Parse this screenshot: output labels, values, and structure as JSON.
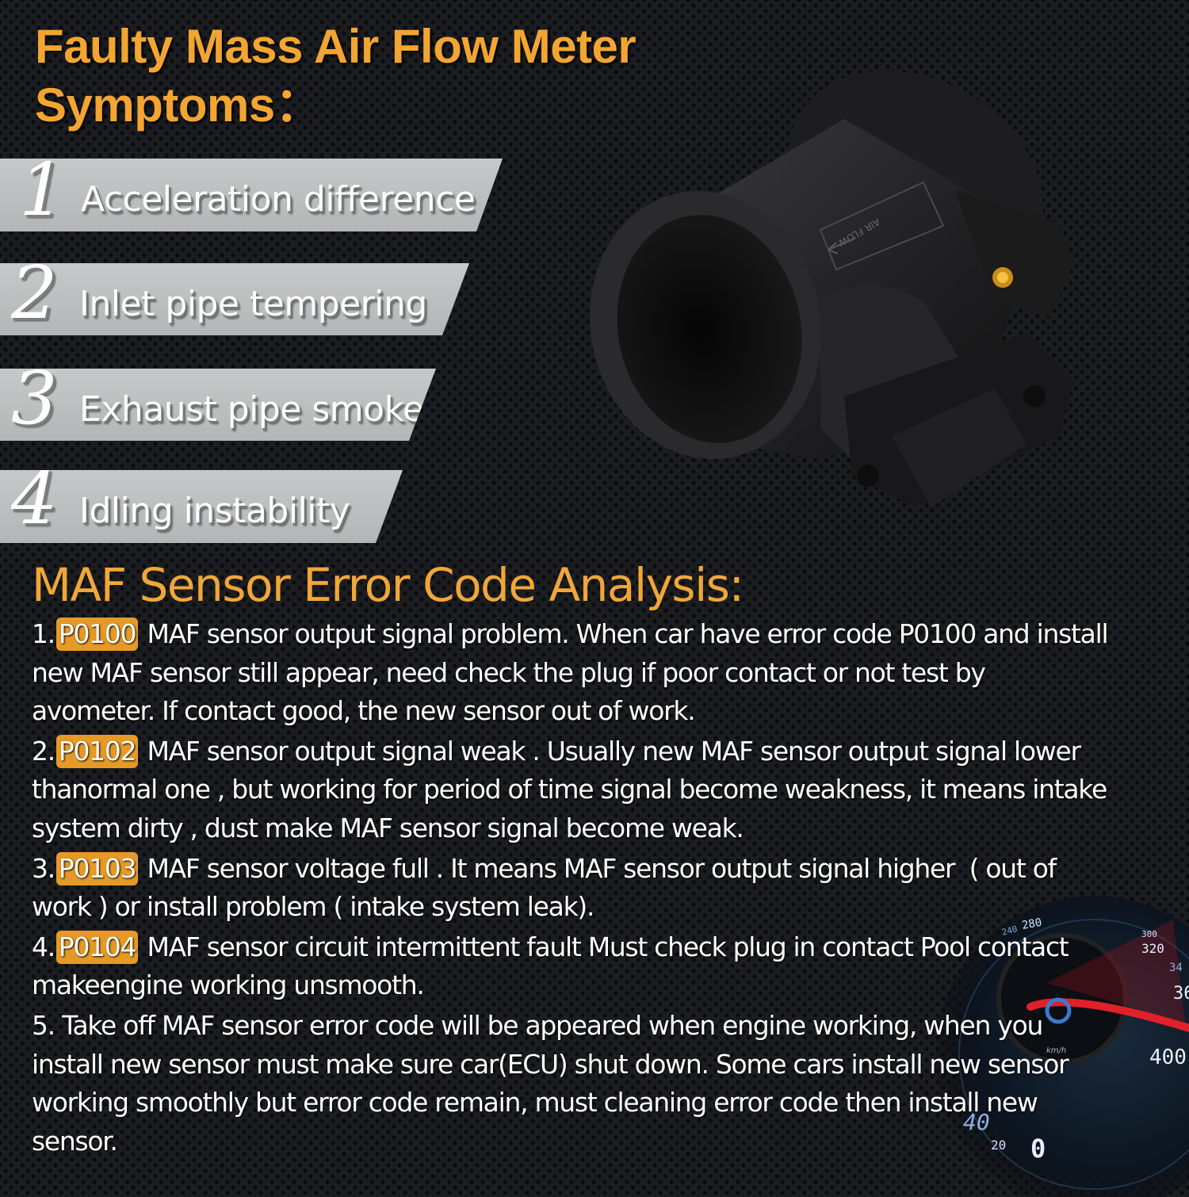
{
  "header": {
    "title_line1": "Faulty Mass Air Flow Meter",
    "title_line2": "Symptoms："
  },
  "symptoms": [
    {
      "number": "1",
      "label": "Acceleration difference"
    },
    {
      "number": "2",
      "label": "Inlet pipe tempering"
    },
    {
      "number": "3",
      "label": "Exhaust pipe smoke"
    },
    {
      "number": "4",
      "label": "Idling instability"
    }
  ],
  "product_image": {
    "name": "maf-sensor-photo",
    "embossed_label": "AIR FLOW"
  },
  "analysis": {
    "title": "MAF Sensor Error Code Analysis:",
    "items": [
      {
        "prefix": "1.",
        "code": "P0100",
        "text": " MAF sensor output signal problem. When car have error code P0100 and install new MAF sensor still appear, need check the plug if poor contact or not test by avometer. If contact good, the new sensor out of work."
      },
      {
        "prefix": "2.",
        "code": "P0102",
        "text": " MAF sensor output signal weak . Usually new MAF sensor output signal lower thanormal one , but working for period of time signal become weakness, it means intake system dirty , dust make MAF sensor signal become weak."
      },
      {
        "prefix": "3.",
        "code": "P0103",
        "text": " MAF sensor voltage full . It means MAF sensor output signal higher  ( out of work ) or install problem ( intake system leak)."
      },
      {
        "prefix": "4.",
        "code": "P0104",
        "text": " MAF sensor circuit intermittent fault Must check plug in contact Pool contact makeengine working unsmooth."
      },
      {
        "prefix": "5.",
        "code": "",
        "text": " Take off MAF sensor error code will be appeared when engine working, when you install new sensor must make sure car(ECU) shut down. Some cars install new sensor working smoothly but error code remain, must cleaning error code then install new sensor."
      }
    ]
  },
  "gauge": {
    "unit": "km/h",
    "ticks": [
      "0",
      "20",
      "40",
      "240",
      "280",
      "300",
      "320",
      "34",
      "36",
      "400"
    ]
  },
  "colors": {
    "accent_orange": "#f2a531",
    "badge_orange": "#e69a25",
    "banner_gray": "#c0c1c2",
    "background": "#1c1d20"
  }
}
